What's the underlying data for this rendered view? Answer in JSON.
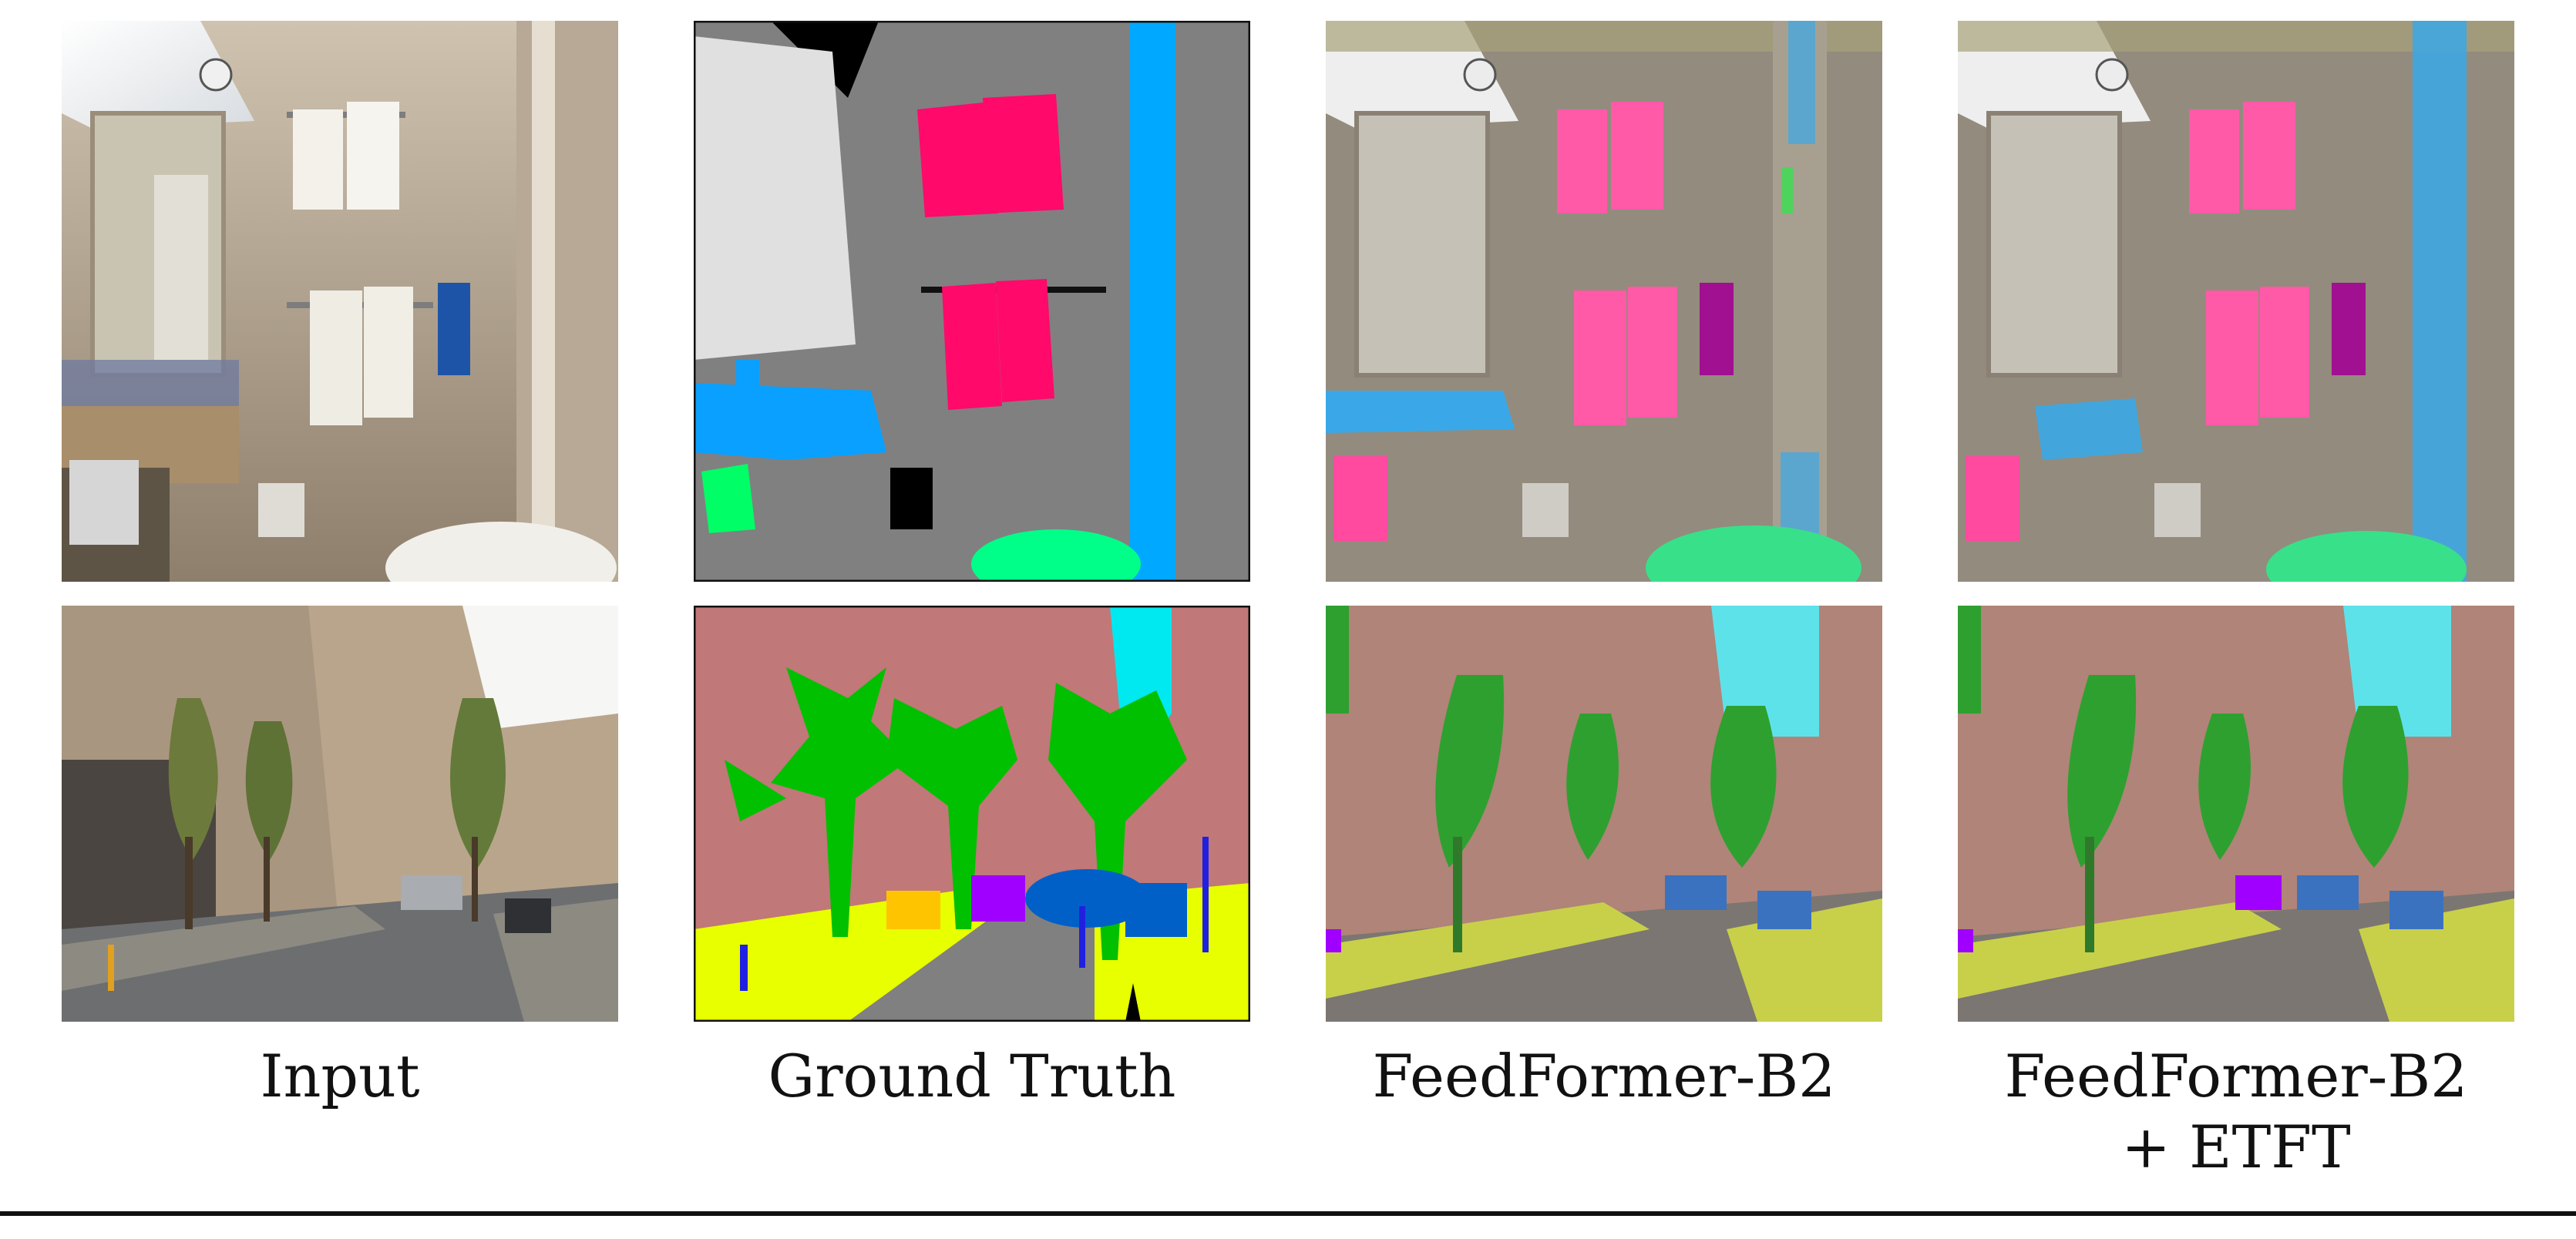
{
  "figure": {
    "columns": [
      {
        "id": "input",
        "label": "Input"
      },
      {
        "id": "gt",
        "label": "Ground Truth"
      },
      {
        "id": "feedformer",
        "label": "FeedFormer-B2"
      },
      {
        "id": "feedformer-etft",
        "label": "FeedFormer-B2",
        "label_line2": "+ ETFT"
      }
    ],
    "rows": [
      {
        "id": "bathroom",
        "scene": "bathroom"
      },
      {
        "id": "street",
        "scene": "street"
      }
    ]
  },
  "palette": {
    "towel": "#ff0a6a",
    "sink": "#0aa0ff",
    "shower": "#00b0ff",
    "toilet": "#00ff88",
    "tree": "#00c000",
    "sidewalk": "#e8ff00",
    "building": "#c07878",
    "sky": "#00e8f0",
    "car": "#0060c8",
    "road": "#808080",
    "wall": "#808080",
    "mirror": "#e0e0e0",
    "pole": "#2020e0",
    "bin": "#a000ff",
    "ceiling": "#000000",
    "towel_overlay": "#ff5aa8",
    "sink_overlay": "#3aa8e8",
    "toilet_overlay": "#38e08a"
  }
}
